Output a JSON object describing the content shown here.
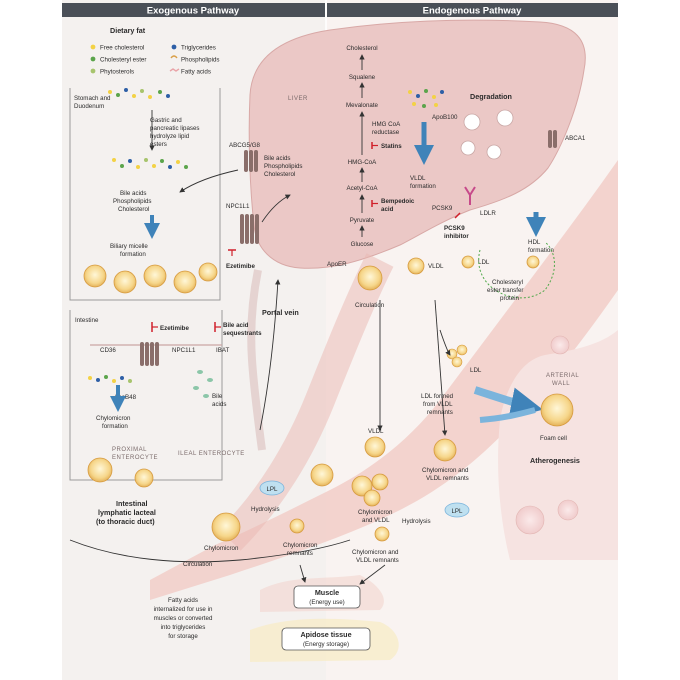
{
  "headers": {
    "exogenous": "Exogenous Pathway",
    "endogenous": "Endogenous Pathway"
  },
  "legend": {
    "title": "Dietary fat",
    "free_cholesterol": "Free cholesterol",
    "cholesteryl_ester": "Cholesteryl ester",
    "phytosterols": "Phytosterols",
    "triglycerides": "Triglycerides",
    "phospholipids": "Phospholipids",
    "fatty_acids": "Fatty acids"
  },
  "colors": {
    "liver": "#e9c2c2",
    "vessel": "#f3d6d2",
    "blue_arrow": "#3f83b9",
    "inhibitor": "#d0202a",
    "header": "#4a4f57"
  },
  "exo": {
    "stomach_line1": "Stomach and",
    "stomach_line2": "Duodenum",
    "lipase_line1": "Gastric and",
    "lipase_line2": "pancreatic lipases",
    "lipase_line3": "hydrolyze lipid",
    "lipase_line4": "esters",
    "bile_line1": "Bile acids",
    "bile_line2": "Phospholipids",
    "bile_line3": "Cholesterol",
    "micelle_line1": "Biliary micelle",
    "micelle_line2": "formation",
    "intestine": "Intestine",
    "ezetimibe_intestine": "Ezetimibe",
    "bile_seq_line1": "Bile acid",
    "bile_seq_line2": "sequestrants",
    "cd36": "CD36",
    "npc1l1_intestine": "NPC1L1",
    "ibat": "IBAT",
    "apob48": "ApoB48",
    "bile_acids_line1": "Bile",
    "bile_acids_line2": "acids",
    "chylo_form_line1": "Chylomicron",
    "chylo_form_line2": "formation",
    "proximal_line1": "PROXIMAL",
    "proximal_line2": "ENTEROCYTE",
    "ileal": "ILEAL ENTEROCYTE",
    "lacteal_line1": "Intestinal",
    "lacteal_line2": "lymphatic lacteal",
    "lacteal_line3": "(to thoracic duct)",
    "portal_vein": "Portal vein"
  },
  "liver": {
    "title": "LIVER",
    "abcg": "ABCG5/G8",
    "npc1l1": "NPC1L1",
    "ezetimibe": "Ezetimibe",
    "bile_line1": "Bile acids",
    "bile_line2": "Phospholipids",
    "bile_line3": "Cholesterol",
    "synthesis": [
      "Cholesterol",
      "Squalene",
      "Mevalonate",
      "HMG-CoA",
      "Acetyl-CoA",
      "Pyruvate",
      "Glucose"
    ],
    "hmg_line1": "HMG CoA",
    "hmg_line2": "reductase",
    "statins": "Statins",
    "bempedoic_line1": "Bempedoic",
    "bempedoic_line2": "acid",
    "apob100": "ApoB100",
    "vldl_form_line1": "VLDL",
    "vldl_form_line2": "formation",
    "degradation": "Degradation",
    "abca1": "ABCA1",
    "pcsk9": "PCSK9",
    "ldlr": "LDLR",
    "pcsk9_inh_line1": "PCSK9",
    "pcsk9_inh_line2": "inhibitor",
    "hdl_form_line1": "HDL",
    "hdl_form_line2": "formation",
    "apoer": "ApoER"
  },
  "circ": {
    "vldl": "VLDL",
    "ldl": "LDL",
    "cetp_line1": "Cholesteryl",
    "cetp_line2": "ester transfer",
    "cetp_line3": "protein",
    "circulation": "Circulation",
    "ldl2": "LDL",
    "ldl_formed_line1": "LDL formed",
    "ldl_formed_line2": "from VLDL",
    "ldl_formed_line3": "remnants",
    "arterial_line1": "ARTERIAL",
    "arterial_line2": "WALL",
    "foam_cell": "Foam cell",
    "atherogenesis": "Atherogenesis",
    "vldl2": "VLDL",
    "chylo_vldl_line1": "Chylomicron and",
    "chylo_vldl_line2": "VLDL remnants",
    "lpl_left": "LPL",
    "lpl_right": "LPL",
    "hydrolysis_left": "Hydrolysis",
    "hydrolysis_right": "Hydrolysis",
    "chylomicron": "Chylomicron",
    "chylo_rem_line1": "Chylomicron",
    "chylo_rem_line2": "remnants",
    "cv_line1": "Chylomicron",
    "cv_line2": "and VLDL",
    "cvr_line1": "Chylomicron and",
    "cvr_line2": "VLDL remnants",
    "circulation_bottom": "Circulation"
  },
  "tissue": {
    "fa_line1": "Fatty acids",
    "fa_line2": "internalized for use in",
    "fa_line3": "muscles or converted",
    "fa_line4": "into triglycerides",
    "fa_line5": "for storage",
    "muscle_line1": "Muscle",
    "muscle_line2": "(Energy use)",
    "adipose_line1": "Apidose tissue",
    "adipose_line2": "(Energy storage)"
  }
}
